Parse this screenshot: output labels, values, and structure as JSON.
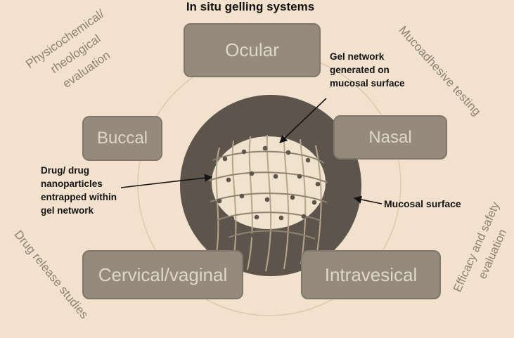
{
  "title": "In situ gelling systems",
  "nodes": {
    "ocular": {
      "label": "Ocular"
    },
    "nasal": {
      "label": "Nasal"
    },
    "buccal": {
      "label": "Buccal"
    },
    "cervical_vaginal": {
      "label": "Cervical/vaginal"
    },
    "intravesical": {
      "label": "Intravesical"
    }
  },
  "annotations": {
    "gel_network": "Gel network generated on mucosal surface",
    "mucosal_surface": "Mucosal surface",
    "drug_nanoparticles": "Drug/ drug nanoparticles entrapped within gel network"
  },
  "corner_labels": {
    "top_left": "Physicochemical/ rheological evaluation",
    "top_right": "Mucoadhesive testing",
    "bottom_left": "Drug release studies",
    "bottom_right": "Efficacy and safety evaluation"
  },
  "colors": {
    "background": "#f2e1cc",
    "node_fill": "#968a7d",
    "node_border": "#81766a",
    "node_text": "#ddd7cb",
    "ring": "#5d544c",
    "inner_circle": "#f0e3ce",
    "gel_line_light": "#b5a58c",
    "gel_line_dark": "#90836f",
    "gel_dot": "#5e564c",
    "orbit_circle": "#dcc9b0",
    "corner_text": "#8c8174",
    "annotation_text": "#141414"
  }
}
